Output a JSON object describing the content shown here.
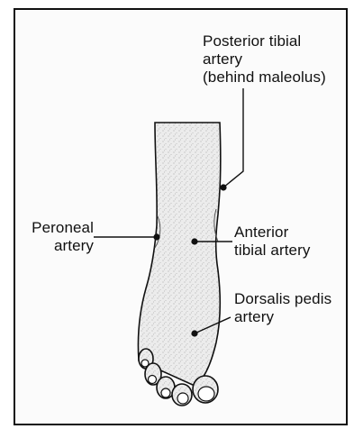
{
  "labels": {
    "posterior_tibial": "Posterior tibial\nartery\n(behind maleolus)",
    "peroneal": "Peroneal\nartery",
    "anterior_tibial": "Anterior\ntibial artery",
    "dorsalis_pedis": "Dorsalis pedis\nartery"
  },
  "colors": {
    "ink": "#111111",
    "paper": "#ffffff",
    "skin_fill": "#e8e8e8"
  }
}
